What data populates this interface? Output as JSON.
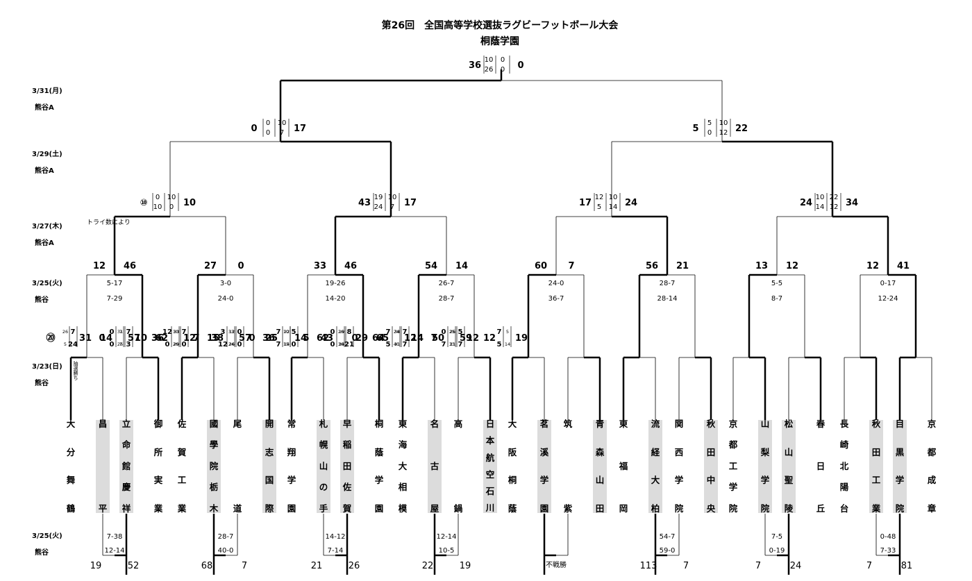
{
  "title": "第26回　全国高等学校選抜ラグビーフットボール大会",
  "winner": "桐蔭学園",
  "round_labels": [
    {
      "date": "3/31(月)",
      "venue": "熊谷A"
    },
    {
      "date": "3/29(土)",
      "venue": "熊谷A"
    },
    {
      "date": "3/27(木)",
      "venue": "熊谷A"
    },
    {
      "date": "3/25(火)",
      "venue": "熊谷"
    },
    {
      "date": "3/23(日)",
      "venue": "熊谷"
    },
    {
      "date": "3/25(火)",
      "venue": "熊谷"
    }
  ],
  "teams": [
    {
      "name": "大分舞鶴",
      "hl": false
    },
    {
      "name": "昌平",
      "hl": true
    },
    {
      "name": "立命館慶祥",
      "hl": true
    },
    {
      "name": "御所実業",
      "hl": false
    },
    {
      "name": "佐賀工業",
      "hl": false
    },
    {
      "name": "國學院栃木",
      "hl": true
    },
    {
      "name": "尾道",
      "hl": false
    },
    {
      "name": "開志国際",
      "hl": true
    },
    {
      "name": "常翔学園",
      "hl": false
    },
    {
      "name": "札幌山の手",
      "hl": true
    },
    {
      "name": "早稲田佐賀",
      "hl": true
    },
    {
      "name": "桐蔭学園",
      "hl": false
    },
    {
      "name": "東海大相模",
      "hl": false
    },
    {
      "name": "名古屋",
      "hl": true
    },
    {
      "name": "高鍋",
      "hl": false
    },
    {
      "name": "日本航空石川",
      "hl": true
    },
    {
      "name": "大阪桐蔭",
      "hl": false
    },
    {
      "name": "茗溪学園",
      "hl": true
    },
    {
      "name": "筑紫",
      "hl": false
    },
    {
      "name": "青森山田",
      "hl": true
    },
    {
      "name": "東福岡",
      "hl": false
    },
    {
      "name": "流経大柏",
      "hl": true
    },
    {
      "name": "関西学院",
      "hl": false
    },
    {
      "name": "秋田中央",
      "hl": true
    },
    {
      "name": "京都工学院",
      "hl": false
    },
    {
      "name": "山梨学院",
      "hl": true
    },
    {
      "name": "松山聖陵",
      "hl": true
    },
    {
      "name": "春日丘",
      "hl": false
    },
    {
      "name": "長崎北陽台",
      "hl": false
    },
    {
      "name": "秋田工業",
      "hl": true
    },
    {
      "name": "目黒学院",
      "hl": true
    },
    {
      "name": "京都成章",
      "hl": false
    }
  ],
  "r16": [
    {
      "la": "⑳",
      "l": "31",
      "r": "0",
      "rb": "57",
      "l1": "7",
      "l2": "24",
      "lh1": "26",
      "lh2": "5",
      "r1": "0",
      "r2": "0",
      "rh1": "31",
      "rh2": "26",
      "note": "抽選勝ち"
    },
    {
      "la": "14",
      "l": "10",
      "r": "36",
      "rb": "12",
      "l1": "7",
      "l2": "3",
      "lh1": "7",
      "lh2": "7",
      "r1": "12",
      "r2": "0",
      "rh1": "10",
      "rh2": "26"
    },
    {
      "la": "62",
      "l": "7",
      "r": "15",
      "rb": "57",
      "l1": "7",
      "l2": "0",
      "lh1": "33",
      "lh2": "29",
      "r1": "3",
      "r2": "12",
      "rh1": "33",
      "rh2": "24"
    },
    {
      "la": "38",
      "l": "0",
      "r": "36",
      "rb": "14",
      "l1": "0",
      "l2": "0",
      "lh1": "12",
      "lh2": "26",
      "r1": "7",
      "r2": "7",
      "rh1": "22",
      "rh2": "14"
    },
    {
      "la": "25",
      "l": "5",
      "r": "62",
      "rb": "0",
      "l1": "5",
      "l2": "0",
      "lh1": "10",
      "lh2": "15",
      "r1": "0",
      "r2": "0",
      "rh1": "26",
      "rh2": "36"
    },
    {
      "la": "43",
      "l": "29",
      "r": "64",
      "rb": "12",
      "l1": "8",
      "l2": "21",
      "lh1": "19",
      "lh2": "24",
      "r1": "7",
      "r2": "5",
      "rh1": "24",
      "rh2": "40"
    },
    {
      "la": "65",
      "l": "14",
      "r": "7",
      "rb": "59",
      "l1": "7",
      "l2": "7",
      "lh1": "38",
      "lh2": "31",
      "r1": "0",
      "r2": "7",
      "rh1": "25",
      "rh2": "33"
    },
    {
      "la": "50",
      "l": "12",
      "r": "12",
      "rb": "19",
      "l1": "5",
      "l2": "7",
      "lh1": "26",
      "lh2": "21",
      "r1": "7",
      "r2": "5",
      "rh1": "5",
      "rh2": "14"
    }
  ],
  "qf": [
    {
      "l": "12",
      "r": "46",
      "h1": "5-17",
      "h2": "7-29"
    },
    {
      "l": "27",
      "r": "0",
      "h1": "3-0",
      "h2": "24-0"
    },
    {
      "l": "33",
      "r": "46",
      "h1": "19-26",
      "h2": "14-20"
    },
    {
      "l": "54",
      "r": "14",
      "h1": "26-7",
      "h2": "28-7"
    },
    {
      "l": "60",
      "r": "7",
      "h1": "24-0",
      "h2": "36-7"
    },
    {
      "l": "56",
      "r": "21",
      "h1": "28-7",
      "h2": "28-14"
    },
    {
      "l": "13",
      "r": "12",
      "h1": "5-5",
      "h2": "8-7"
    },
    {
      "l": "12",
      "r": "41",
      "h1": "0-17",
      "h2": "12-24"
    }
  ],
  "sf": [
    {
      "l": "⑩",
      "a1": "0",
      "a2": "10",
      "b1": "10",
      "b2": "0",
      "r": "10",
      "note": "トライ数により"
    },
    {
      "l": "43",
      "a1": "19",
      "a2": "24",
      "b1": "10",
      "b2": "7",
      "r": "17"
    },
    {
      "l": "17",
      "a1": "12",
      "a2": "5",
      "b1": "10",
      "b2": "14",
      "r": "24"
    },
    {
      "l": "24",
      "a1": "10",
      "a2": "14",
      "b1": "22",
      "b2": "12",
      "r": "34"
    }
  ],
  "semi": [
    {
      "l": "0",
      "a1": "0",
      "a2": "0",
      "b1": "10",
      "b2": "7",
      "r": "17"
    },
    {
      "l": "5",
      "a1": "5",
      "a2": "0",
      "b1": "10",
      "b2": "12",
      "r": "22"
    }
  ],
  "final": {
    "l": "36",
    "a1": "10",
    "a2": "26",
    "b1": "0",
    "b2": "0",
    "r": "0"
  },
  "consolation": [
    {
      "h1": "7-38",
      "h2": "12-14",
      "l": "19",
      "r": "52"
    },
    {
      "h1": "28-7",
      "h2": "40-0",
      "l": "68",
      "r": "7"
    },
    {
      "h1": "14-12",
      "h2": "7-14",
      "l": "21",
      "r": "26"
    },
    {
      "h1": "12-14",
      "h2": "10-5",
      "l": "22",
      "r": "19"
    },
    {
      "h1": "",
      "h2": "",
      "l": "",
      "r": "",
      "note": "不戦勝"
    },
    {
      "h1": "54-7",
      "h2": "59-0",
      "l": "113",
      "r": "7"
    },
    {
      "h1": "7-5",
      "h2": "0-19",
      "l": "7",
      "r": "24"
    },
    {
      "h1": "0-48",
      "h2": "7-33",
      "l": "7",
      "r": "81"
    }
  ],
  "winners": {
    "r16": [
      "L",
      "R",
      "L",
      "R",
      "L",
      "R",
      "L",
      "R",
      "L",
      "R",
      "L",
      "R",
      "R",
      "R",
      "R",
      "L"
    ],
    "qf": [
      "R",
      "L",
      "R",
      "L",
      "L",
      "L",
      "L",
      "R"
    ],
    "sf": [
      "L",
      "L",
      "R",
      "R"
    ],
    "semi": [
      "R",
      "R"
    ],
    "final": "L",
    "consolation": [
      "R",
      "L",
      "R",
      "L",
      "L",
      "L",
      "R",
      "R"
    ]
  }
}
